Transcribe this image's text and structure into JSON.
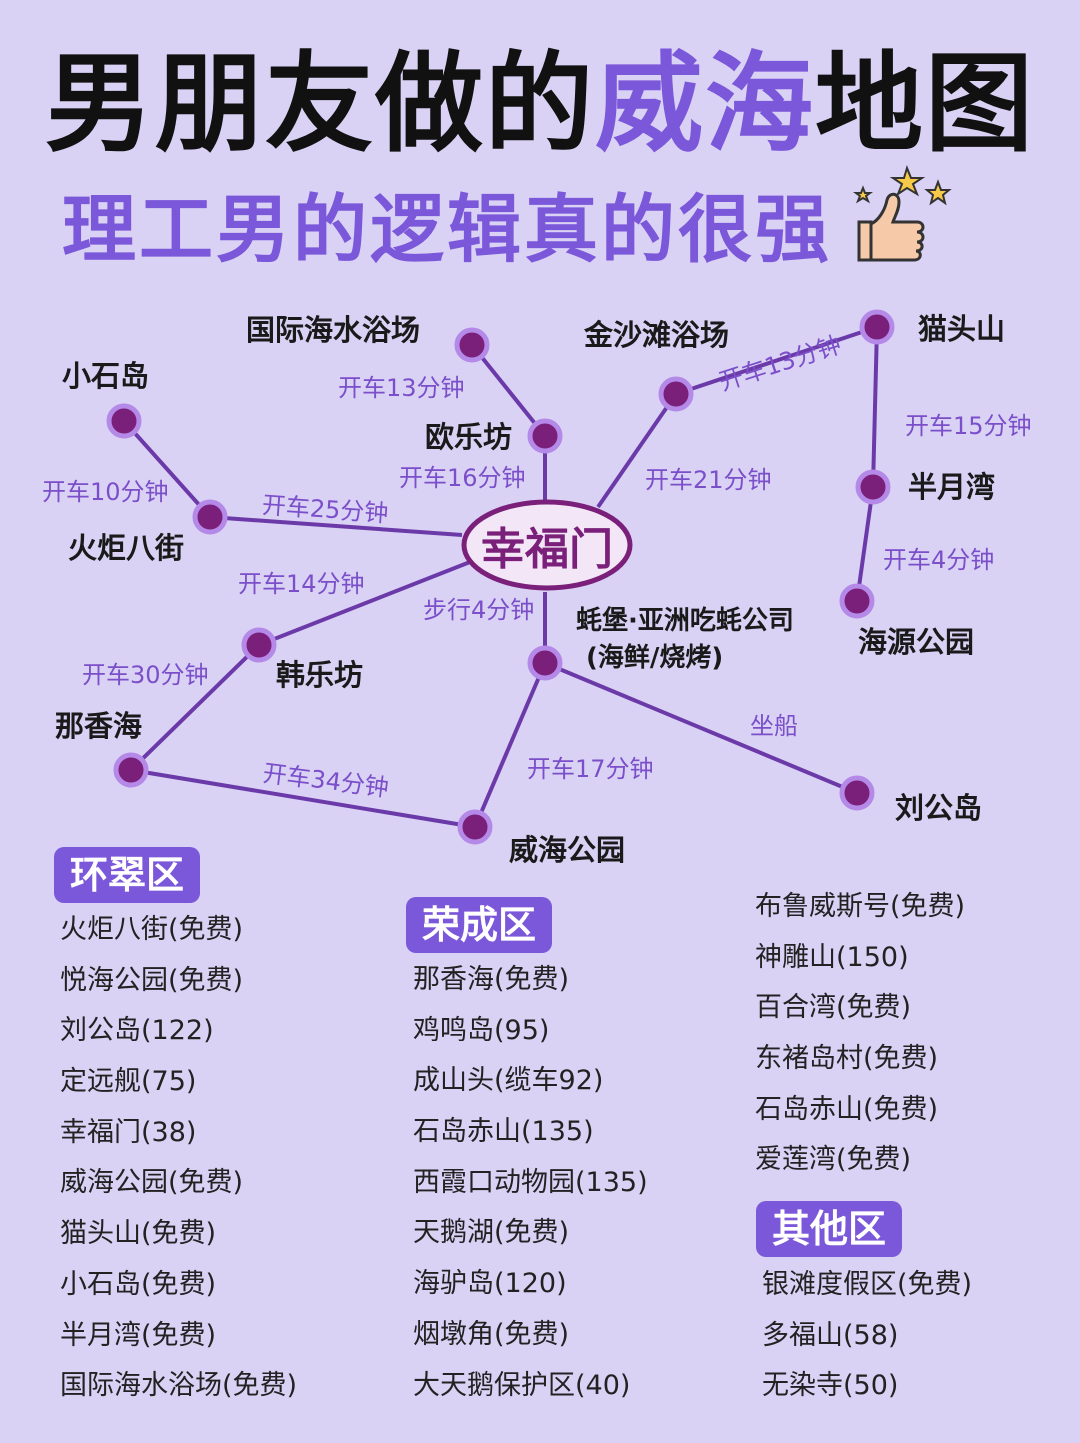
{
  "title": {
    "part1": "男朋友做的",
    "accent": "威海",
    "part2": "地图"
  },
  "subtitle": "理工男的逻辑真的很强",
  "map": {
    "hub": "幸福门",
    "places": {
      "guoji": "国际海水浴场",
      "jinsha": "金沙滩浴场",
      "maotou": "猫头山",
      "xiaoshi": "小石岛",
      "oule": "欧乐坊",
      "banyue": "半月湾",
      "huoju": "火炬八街",
      "haoPuLine1": "蚝堡·亚洲吃蚝公司",
      "haoPuLine2": "(海鲜/烧烤)",
      "haiyuan": "海源公园",
      "hanle": "韩乐坊",
      "naxiang": "那香海",
      "liugong": "刘公岛",
      "weihai": "威海公园"
    },
    "edges": {
      "guoji_oule": "开车13分钟",
      "jinsha_maotou": "开车13分钟",
      "maotou_banyue": "开车15分钟",
      "xiaoshi_huoju": "开车10分钟",
      "oule_hub": "开车16分钟",
      "jinsha_hub": "开车21分钟",
      "huoju_hub": "开车25分钟",
      "banyue_haiyuan": "开车4分钟",
      "hanle_hub": "开车14分钟",
      "hao_hub": "步行4分钟",
      "naxiang_hanle": "开车30分钟",
      "hao_liugong": "坐船",
      "naxiang_weihai": "开车34分钟",
      "hao_weihai": "开车17分钟"
    }
  },
  "regions": {
    "huancui": {
      "name": "环翠区",
      "items": [
        "火炬八街(免费)",
        "悦海公园(免费)",
        "刘公岛(122)",
        "定远舰(75)",
        "幸福门(38)",
        "威海公园(免费)",
        "猫头山(免费)",
        "小石岛(免费)",
        "半月湾(免费)",
        "国际海水浴场(免费)"
      ]
    },
    "rongcheng": {
      "name": "荣成区",
      "items": [
        "那香海(免费)",
        "鸡鸣岛(95)",
        "成山头(缆车92)",
        "石岛赤山(135)",
        "西霞口动物园(135)",
        "天鹅湖(免费)",
        "海驴岛(120)",
        "烟墩角(免费)",
        "大天鹅保护区(40)"
      ]
    },
    "rongcheng_more": {
      "items": [
        "布鲁威斯号(免费)",
        "神雕山(150)",
        "百合湾(免费)",
        "东褚岛村(免费)",
        "石岛赤山(免费)",
        "爱莲湾(免费)"
      ]
    },
    "other": {
      "name": "其他区",
      "items": [
        "银滩度假区(免费)",
        "多福山(58)",
        "无染寺(50)"
      ]
    }
  },
  "colors": {
    "background": "#d9d2f5",
    "accent": "#7b57d9",
    "line": "#6b3aa8",
    "node": "#7a1f7a"
  }
}
